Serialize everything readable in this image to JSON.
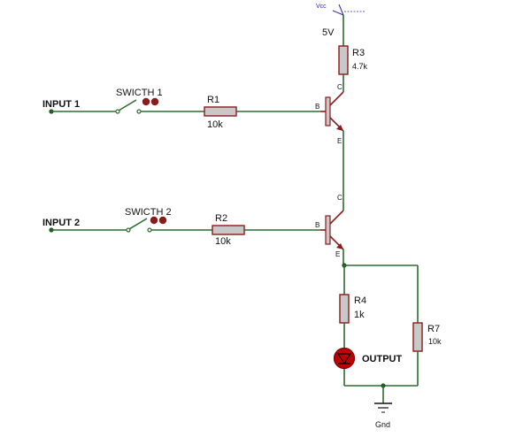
{
  "inputs": {
    "in1": "INPUT 1",
    "in2": "INPUT 2"
  },
  "switches": {
    "sw1": "SWICTH 1",
    "sw2": "SWICTH 2"
  },
  "resistors": {
    "r1": {
      "name": "R1",
      "value": "10k"
    },
    "r2": {
      "name": "R2",
      "value": "10k"
    },
    "r3": {
      "name": "R3",
      "value": "4.7k"
    },
    "r4": {
      "name": "R4",
      "value": "1k"
    },
    "r7": {
      "name": "R7",
      "value": "10k"
    }
  },
  "supply": {
    "label": "Vcc",
    "voltage": "5V"
  },
  "ground": {
    "label": "Gnd"
  },
  "output": {
    "label": "OUTPUT"
  },
  "pins": {
    "collector": "C",
    "base": "B",
    "emitter": "E"
  },
  "colors": {
    "wire": "#2f6b2f",
    "component": "#8b1a1a",
    "resistor_fill": "#c8c8c8",
    "led_fill": "#c00000",
    "switch_contact": "#8b1a1a"
  }
}
